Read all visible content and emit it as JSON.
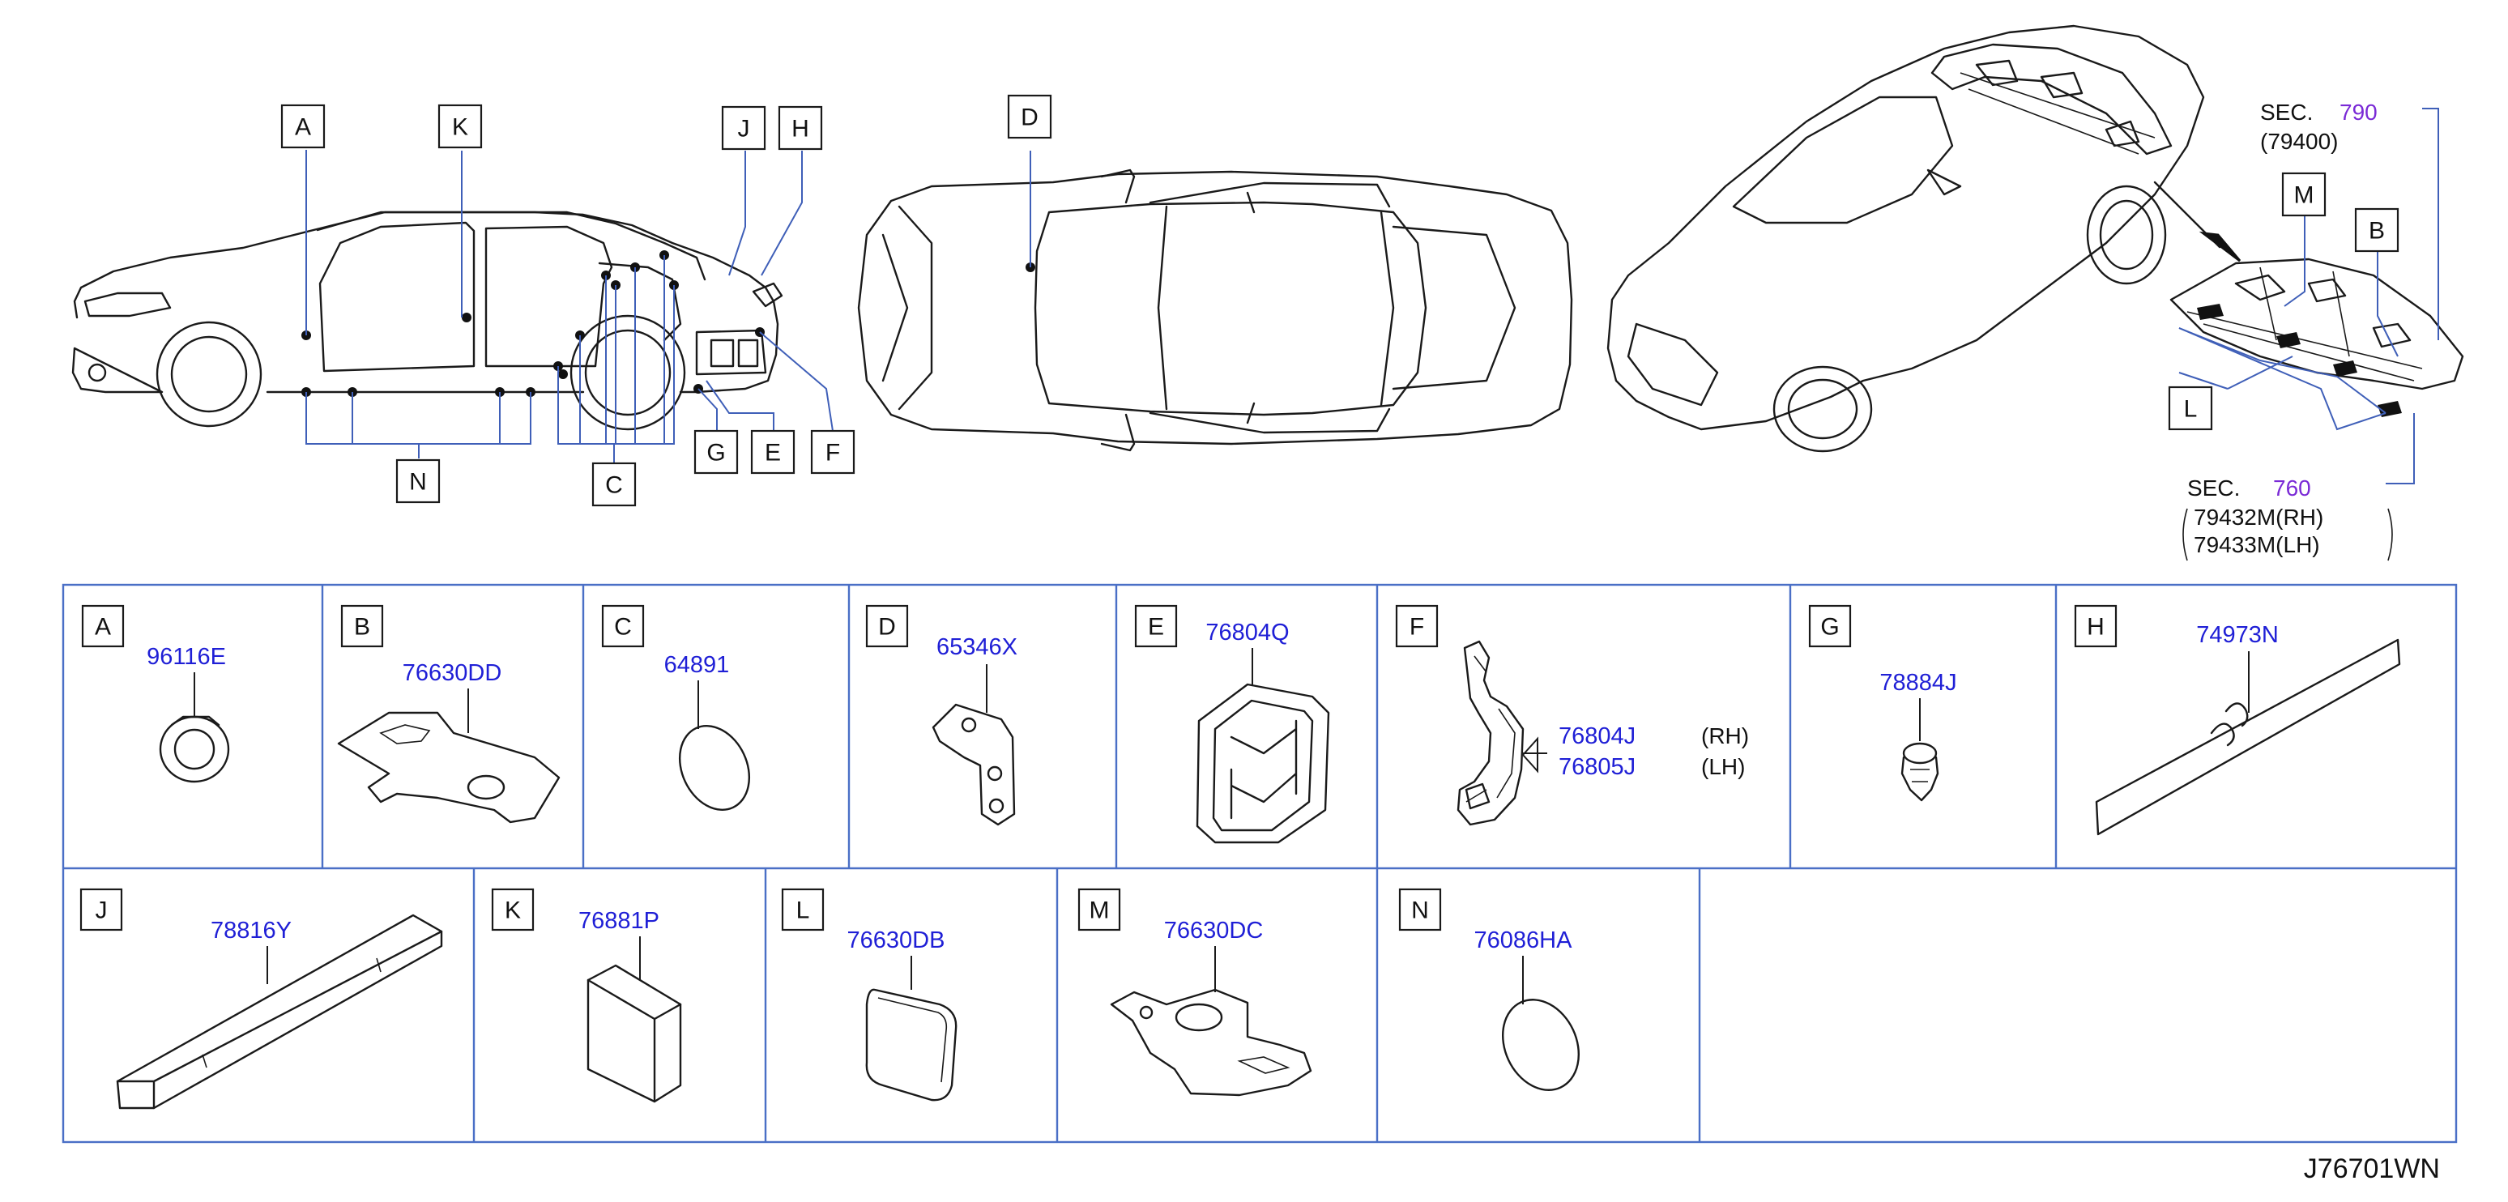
{
  "diagram_id": "J76701WN",
  "callouts": {
    "side_view": [
      "A",
      "K",
      "J",
      "H",
      "N",
      "C",
      "G",
      "E",
      "F"
    ],
    "top_view": [
      "D"
    ],
    "perspective_view": [
      "M",
      "B",
      "L"
    ]
  },
  "section_refs": [
    {
      "prefix": "SEC.",
      "number": "790",
      "parts": [
        "(79400)"
      ]
    },
    {
      "prefix": "SEC.",
      "number": "760",
      "parts": [
        "79432M(RH)",
        "79433M(LH)"
      ]
    }
  ],
  "parts_table": {
    "row1": [
      {
        "letter": "A",
        "part": "96116E"
      },
      {
        "letter": "B",
        "part": "76630DD"
      },
      {
        "letter": "C",
        "part": "64891"
      },
      {
        "letter": "D",
        "part": "65346X"
      },
      {
        "letter": "E",
        "part": "76804Q"
      },
      {
        "letter": "F",
        "parts": [
          {
            "part": "76804J",
            "side": "(RH)"
          },
          {
            "part": "76805J",
            "side": "(LH)"
          }
        ]
      },
      {
        "letter": "G",
        "part": "78884J"
      },
      {
        "letter": "H",
        "part": "74973N"
      }
    ],
    "row2": [
      {
        "letter": "J",
        "part": "78816Y"
      },
      {
        "letter": "K",
        "part": "76881P"
      },
      {
        "letter": "L",
        "part": "76630DB"
      },
      {
        "letter": "M",
        "part": "76630DC"
      },
      {
        "letter": "N",
        "part": "76086HA"
      }
    ]
  },
  "colors": {
    "part_number": "#1f1fd6",
    "section_number": "#7a2ad6",
    "grid": "#4a6fc6",
    "line": "#1a1a1a"
  }
}
